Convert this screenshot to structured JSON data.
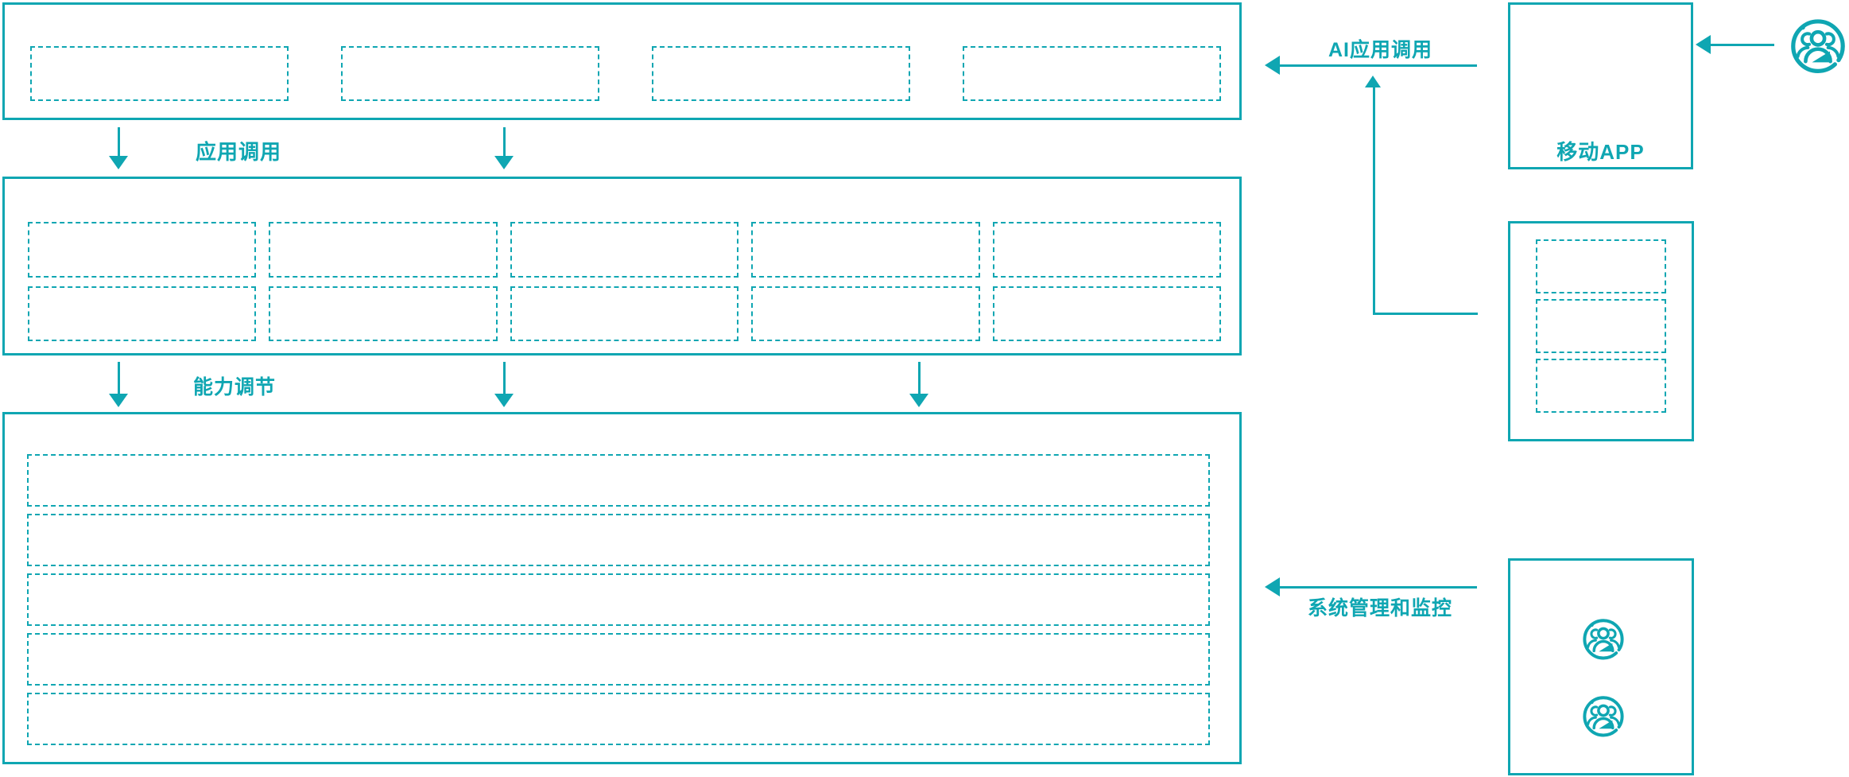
{
  "diagram": {
    "colors": {
      "accent": "#0FA6B2",
      "phone_body": "#1F3A5C"
    },
    "flow_labels": {
      "app_call": "应用调用",
      "capability_adjust": "能力调节",
      "ai_app_call": "AI应用调用",
      "system_management": "系统管理和监控"
    },
    "mobile_app": {
      "label": "移动APP",
      "icon": "smartphone-icon"
    },
    "actors": {
      "icon": "user-group-icon",
      "count": 3
    },
    "layers": {
      "application": {
        "placeholder_count": 4
      },
      "capability": {
        "placeholder_count": 10,
        "rows": 2,
        "cols": 5
      },
      "resource": {
        "placeholder_count": 5
      },
      "client_panel": {
        "placeholder_count": 3
      }
    }
  }
}
